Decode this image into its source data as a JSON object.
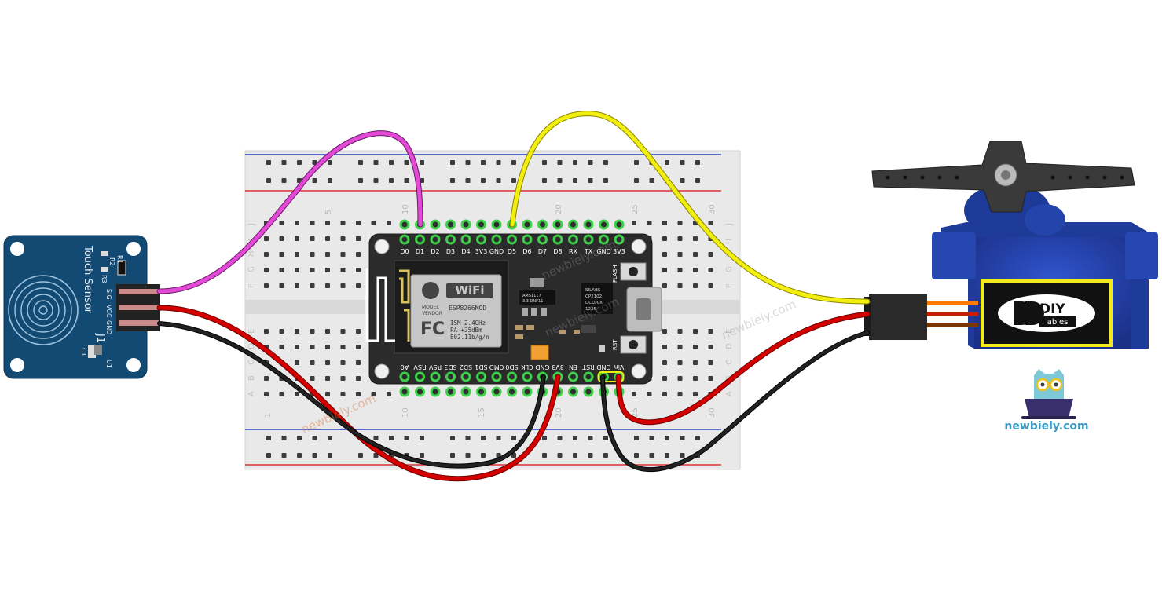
{
  "touch_sensor": {
    "title": "Touch Sensor",
    "pins": [
      "SIG",
      "VCC",
      "GND"
    ],
    "labels": {
      "header": "J1",
      "r1": "R1",
      "r2": "R2",
      "r3": "R3",
      "u1": "U1",
      "c1": "C1"
    }
  },
  "breadboard": {
    "column_numbers": [
      "1",
      "5",
      "10",
      "15",
      "20",
      "25",
      "30"
    ],
    "row_letters_top": [
      "J",
      "I",
      "H",
      "G",
      "F"
    ],
    "row_letters_bottom": [
      "E",
      "D",
      "C",
      "B",
      "A"
    ]
  },
  "nodemcu": {
    "top_pins": [
      "D0",
      "D1",
      "D2",
      "D3",
      "D4",
      "3V3",
      "GND",
      "D5",
      "D6",
      "D7",
      "D8",
      "RX",
      "TX",
      "GND",
      "3V3"
    ],
    "bottom_pins": [
      "A0",
      "RSV",
      "RSV",
      "SD3",
      "SD2",
      "SD1",
      "CMD",
      "SD0",
      "CLK",
      "GND",
      "3V3",
      "EN",
      "RST",
      "GND",
      "Vin"
    ],
    "module": {
      "wifi": "WiFi",
      "name": "ESP8266MOD",
      "model": "MODEL",
      "vendor": "VENDOR",
      "fcc": "FC",
      "line1": "ISM 2.4GHz",
      "line2": "PA  +25dBm",
      "line3": "802.11b/g/n"
    },
    "chips": {
      "regulator1": "AMS1117",
      "regulator2": "3.3  DNF11",
      "usb_chip1": "SILABS",
      "usb_chip2": "CP2102",
      "usb_chip3": "DCL00X",
      "usb_chip4": "1225"
    },
    "buttons": {
      "flash": "FLASH",
      "rst": "RST"
    }
  },
  "servo": {
    "logo_main": "DIY",
    "logo_sub": "ables"
  },
  "brand": {
    "site": "newbiely.com"
  },
  "watermarks": [
    "newbiely.com",
    "newbiely.com",
    "newbiely.com",
    "newbiely.com"
  ],
  "wires": [
    {
      "name": "touch-sig-to-d1",
      "color": "#e24ad6"
    },
    {
      "name": "touch-vcc-to-3v3",
      "color": "#d40000"
    },
    {
      "name": "touch-gnd-to-gnd",
      "color": "#111111"
    },
    {
      "name": "servo-signal-to-d5",
      "color": "#f2ee10"
    },
    {
      "name": "servo-vcc-to-vin",
      "color": "#d40000"
    },
    {
      "name": "servo-gnd-to-gnd",
      "color": "#111111"
    }
  ]
}
